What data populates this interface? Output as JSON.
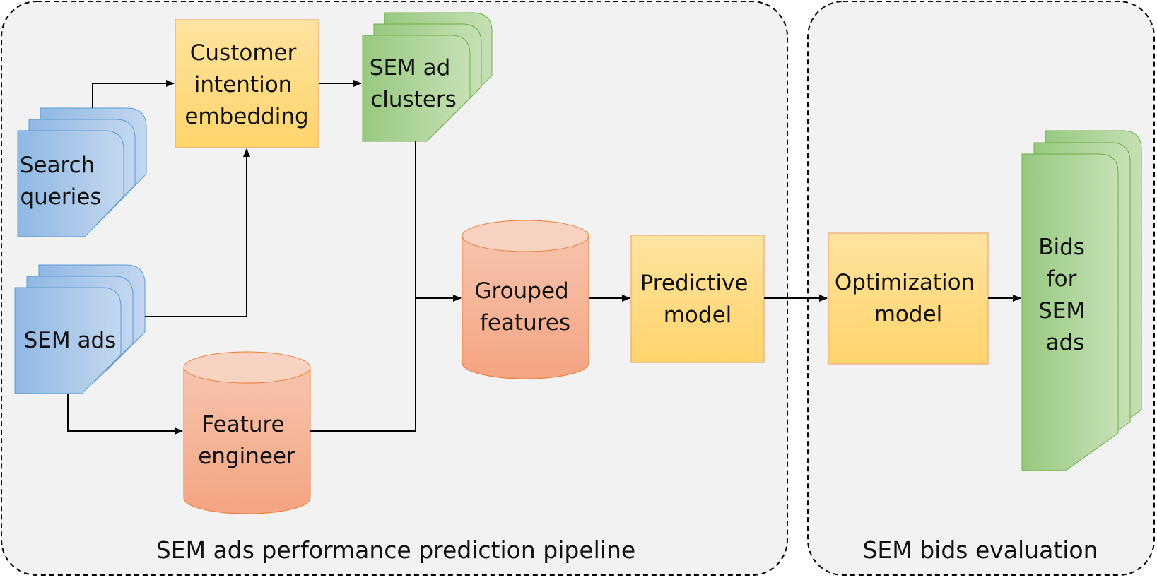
{
  "panels": {
    "pipeline_label": "SEM ads performance prediction pipeline",
    "evaluation_label": "SEM bids evaluation"
  },
  "nodes": {
    "search_queries": [
      "Search",
      "queries"
    ],
    "sem_ads": [
      "SEM ads"
    ],
    "customer_intention_embedding": [
      "Customer",
      "intention",
      "embedding"
    ],
    "sem_ad_clusters": [
      "SEM ad",
      "clusters"
    ],
    "feature_engineer": [
      "Feature",
      "engineer"
    ],
    "grouped_features": [
      "Grouped",
      "features"
    ],
    "predictive_model": [
      "Predictive",
      "model"
    ],
    "optimization_model": [
      "Optimization",
      "model"
    ],
    "bids_for_sem_ads": [
      "Bids",
      "for",
      "SEM",
      "ads"
    ]
  },
  "colors": {
    "panel_fill": "#f2f2f2",
    "blue_doc": "#9dc3e6",
    "blue_doc_border": "#5b9bd5",
    "yellow_box": "#ffd966",
    "yellow_box_border": "#f4b183",
    "green_doc": "#a9d18e",
    "green_doc_border": "#70ad47",
    "orange_cylinder": "#f4b183",
    "orange_cylinder_border": "#ed7d31"
  }
}
